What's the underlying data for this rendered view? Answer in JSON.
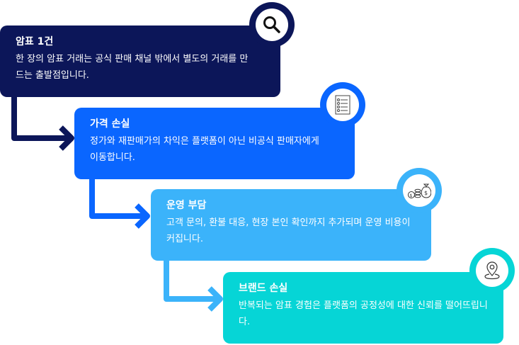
{
  "colors": {
    "step1": "#0c1659",
    "step2": "#0a66ff",
    "step3": "#3bb3fa",
    "step4": "#06d5d6"
  },
  "steps": [
    {
      "title": "암표 1건",
      "desc": "한 장의 암표 거래는 공식 판매 채널 밖에서 별도의 거래를 만드는 출발점입니다.",
      "icon": "search-icon"
    },
    {
      "title": "가격 손실",
      "desc": "정가와 재판매가의 차익은 플랫폼이 아닌 비공식 판매자에게 이동합니다.",
      "icon": "checklist-icon"
    },
    {
      "title": "운영 부담",
      "desc": "고객 문의, 환불 대응, 현장 본인 확인까지 추가되며 운영 비용이 커집니다.",
      "icon": "money-icon"
    },
    {
      "title": "브랜드 손실",
      "desc": "반복되는 암표 경험은 플랫폼의 공정성에 대한 신뢰를 떨어뜨립니다.",
      "icon": "location-pin-icon"
    }
  ]
}
